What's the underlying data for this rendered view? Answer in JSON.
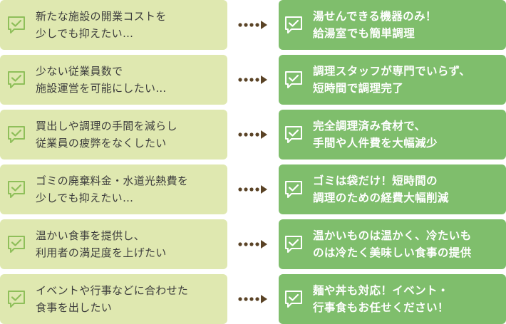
{
  "colors": {
    "problem_bg": "#dfe8b0",
    "solution_bg": "#7fbe6c",
    "problem_icon": "#8fbf5a",
    "solution_icon": "#ffffff",
    "arrow": "#5a4326",
    "problem_text": "#3d3d3d",
    "solution_text": "#ffffff"
  },
  "icons": {
    "problem": "check-speech-bubble-icon",
    "solution": "check-speech-bubble-icon",
    "connector": "dotted-arrow-icon"
  },
  "rows": [
    {
      "problem": [
        "新たな施設の開業コストを",
        "少しでも抑えたい…"
      ],
      "solution": [
        "湯せんできる機器のみ！",
        "給湯室でも簡単調理"
      ]
    },
    {
      "problem": [
        "少ない従業員数で",
        "施設運営を可能にしたい…"
      ],
      "solution": [
        "調理スタッフが専門でいらず、",
        "短時間で調理完了"
      ]
    },
    {
      "problem": [
        "買出しや調理の手間を減らし",
        "従業員の疲弊をなくしたい"
      ],
      "solution": [
        "完全調理済み食材で、",
        "手間や人件費を大幅減少"
      ]
    },
    {
      "problem": [
        "ゴミの廃棄料金・水道光熱費を",
        "少しでも抑えたい…"
      ],
      "solution": [
        "ゴミは袋だけ！短時間の",
        "調理のための経費大幅削減"
      ]
    },
    {
      "problem": [
        "温かい食事を提供し、",
        "利用者の満足度を上げたい"
      ],
      "solution": [
        "温かいものは温かく、冷たいも",
        "のは冷たく美味しい食事の提供"
      ]
    },
    {
      "problem": [
        "イベントや行事などに合わせた",
        "食事を出したい"
      ],
      "solution": [
        "麺や丼も対応！イベント・",
        "行事食もお任せください！"
      ]
    }
  ]
}
